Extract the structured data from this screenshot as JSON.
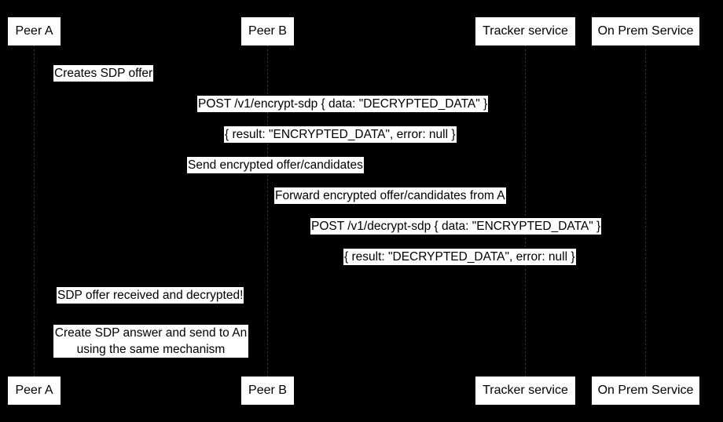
{
  "diagram": {
    "type": "sequence-diagram",
    "title": "",
    "background_color": "#000000",
    "label_background_color": "#ffffff",
    "label_text_color": "#000000",
    "actors": [
      {
        "id": "peer-a",
        "label": "Peer A"
      },
      {
        "id": "peer-b",
        "label": "Peer B"
      },
      {
        "id": "tracker-service",
        "label": "Tracker service"
      },
      {
        "id": "on-prem-service",
        "label": "On Prem Service"
      }
    ],
    "actors_bottom": [
      {
        "id": "peer-a",
        "label": "Peer A"
      },
      {
        "id": "peer-b",
        "label": "Peer B"
      },
      {
        "id": "tracker-service",
        "label": "Tracker service"
      },
      {
        "id": "on-prem-service",
        "label": "On Prem Service"
      }
    ],
    "messages": [
      {
        "id": "msg-1",
        "text": "Creates SDP offer"
      },
      {
        "id": "msg-2",
        "text": "POST /v1/encrypt-sdp { data: \"DECRYPTED_DATA\" }"
      },
      {
        "id": "msg-3",
        "text": "{ result: \"ENCRYPTED_DATA\", error: null }"
      },
      {
        "id": "msg-4",
        "text": "Send encrypted offer/candidates"
      },
      {
        "id": "msg-5",
        "text": "Forward encrypted offer/candidates from A"
      },
      {
        "id": "msg-6",
        "text": "POST /v1/decrypt-sdp { data: \"ENCRYPTED_DATA\" }"
      },
      {
        "id": "msg-7",
        "text": "{ result: \"DECRYPTED_DATA\", error: null }"
      },
      {
        "id": "msg-8",
        "text": "SDP offer received and decrypted!"
      },
      {
        "id": "msg-9",
        "line1": "Create SDP answer and send to An",
        "line2": "using the same mechanism"
      }
    ]
  }
}
